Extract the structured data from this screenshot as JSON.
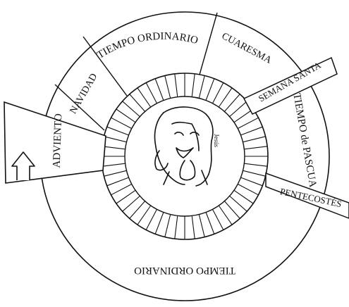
{
  "diagram": {
    "segments": [
      {
        "key": "adviento",
        "label": "ADVIENTO"
      },
      {
        "key": "navidad",
        "label": "NAVIDAD"
      },
      {
        "key": "ordinario1",
        "label": "TIEMPO ORDINARIO"
      },
      {
        "key": "cuaresma",
        "label": "CUARESMA"
      },
      {
        "key": "semana_santa",
        "label": "SEMANA SANTA"
      },
      {
        "key": "pascua",
        "label": "TIEMPO de PASCUA"
      },
      {
        "key": "pentecostes",
        "label": "PENTECOSTÉS"
      },
      {
        "key": "ordinario2",
        "label": "TIEMPO ORDINARIO"
      }
    ],
    "center_label": "Jesús",
    "colors": {
      "ink": "#111111",
      "paper": "#ffffff"
    }
  }
}
